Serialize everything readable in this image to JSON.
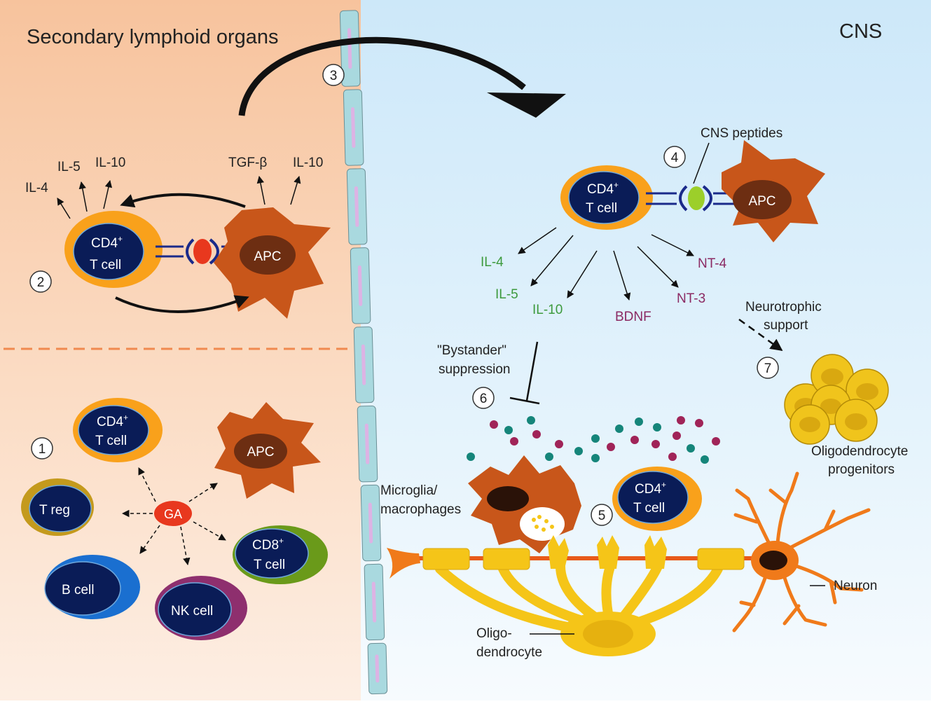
{
  "regions": {
    "lymphoid_title": "Secondary lymphoid organs",
    "cns_title": "CNS"
  },
  "steps": [
    "1",
    "2",
    "3",
    "4",
    "5",
    "6",
    "7"
  ],
  "cells": {
    "cd4_label": "CD4",
    "cd4_sup": "+",
    "t_cell": "T cell",
    "apc": "APC",
    "treg": "T reg",
    "ga": "GA",
    "cd8_label": "CD8",
    "cd8_sup": "+",
    "b_cell": "B cell",
    "nk_cell": "NK cell"
  },
  "lymphoid_cytokines": {
    "il4": "IL-4",
    "il5": "IL-5",
    "il10_t": "IL-10",
    "tgfb": "TGF-β",
    "il10_apc": "IL-10"
  },
  "cns": {
    "cns_peptides": "CNS peptides",
    "il4": "IL-4",
    "il5": "IL-5",
    "il10": "IL-10",
    "bdnf": "BDNF",
    "nt3": "NT-3",
    "nt4": "NT-4",
    "neurotrophic_1": "Neurotrophic",
    "neurotrophic_2": "support",
    "bystander_1": "\"Bystander\"",
    "bystander_2": "suppression",
    "microglia_1": "Microglia/",
    "microglia_2": "macrophages",
    "opc_1": "Oligodendrocyte",
    "opc_2": "progenitors",
    "neuron": "Neuron",
    "oligo_1": "Oligo-",
    "oligo_2": "dendrocyte"
  },
  "colors": {
    "lymphoid_bg": "#f8c9a4",
    "cns_bg": "#d3ebfa",
    "cd4_outer": "#f9a11b",
    "cell_core": "#0a1c57",
    "apc_orange": "#c8561a",
    "apc_core": "#6d2e12",
    "cytokine_green": "#3d9a3d",
    "neurotrophin_purple": "#8b2a63",
    "ga_red": "#e8381e",
    "myelin_yellow": "#f5c518",
    "neuron_orange": "#f07a1a"
  }
}
